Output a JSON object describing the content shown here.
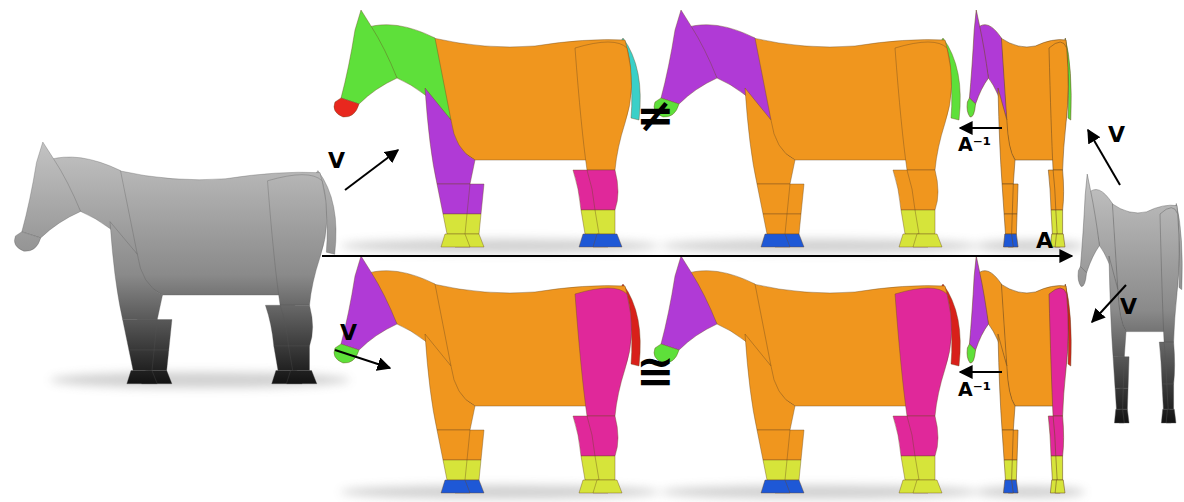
{
  "diagram": {
    "labels": [
      "V",
      "≠",
      "A⁻¹",
      "V",
      "A",
      "V",
      "≅",
      "A⁻¹",
      "V"
    ]
  }
}
